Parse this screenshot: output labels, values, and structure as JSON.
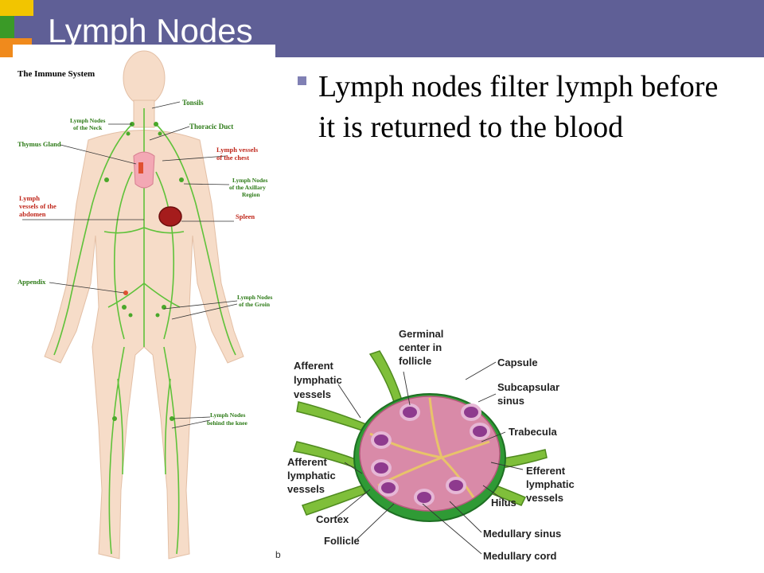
{
  "slide": {
    "title": "Lymph Nodes",
    "bullets": [
      {
        "text": "Lymph nodes filter lymph before it is returned to the blood"
      }
    ],
    "footer_mark": "b"
  },
  "body_figure": {
    "heading": "The Immune System",
    "labels": {
      "tonsils": "Tonsils",
      "neck_nodes_1": "Lymph Nodes",
      "neck_nodes_2": "of the Neck",
      "thoracic_duct": "Thoracic Duct",
      "thymus": "Thymus Gland",
      "chest_vessels_1": "Lymph vessels",
      "chest_vessels_2": "of the chest",
      "axillary_1": "Lymph Nodes",
      "axillary_2": "of the Axillary",
      "axillary_3": "Region",
      "abdomen_1": "Lymph",
      "abdomen_2": "vessels of the",
      "abdomen_3": "abdomen",
      "spleen": "Spleen",
      "appendix": "Appendix",
      "groin_1": "Lymph Nodes",
      "groin_2": "of the Groin",
      "knee_1": "Lymph Nodes",
      "knee_2": "behind the knee"
    }
  },
  "node_figure": {
    "labels": {
      "germinal_1": "Germinal",
      "germinal_2": "center in",
      "germinal_3": "follicle",
      "capsule": "Capsule",
      "subcapsular_1": "Subcapsular",
      "subcapsular_2": "sinus",
      "trabecula": "Trabecula",
      "afferent_top_1": "Afferent",
      "afferent_top_2": "lymphatic",
      "afferent_top_3": "vessels",
      "afferent_bot_1": "Afferent",
      "afferent_bot_2": "lymphatic",
      "afferent_bot_3": "vessels",
      "efferent_1": "Efferent",
      "efferent_2": "lymphatic",
      "efferent_3": "vessels",
      "hilus": "Hilus",
      "cortex": "Cortex",
      "follicle": "Follicle",
      "medullary_sinus": "Medullary sinus",
      "medullary_cord": "Medullary cord"
    }
  },
  "colors": {
    "title_bar": "#5f5f96",
    "lymph_vessels": "#5fc23a",
    "red_label": "#c0281c",
    "green_label": "#2c7a16",
    "node_pink": "#d98aa8",
    "follicle_purple": "#8e3a8e"
  }
}
